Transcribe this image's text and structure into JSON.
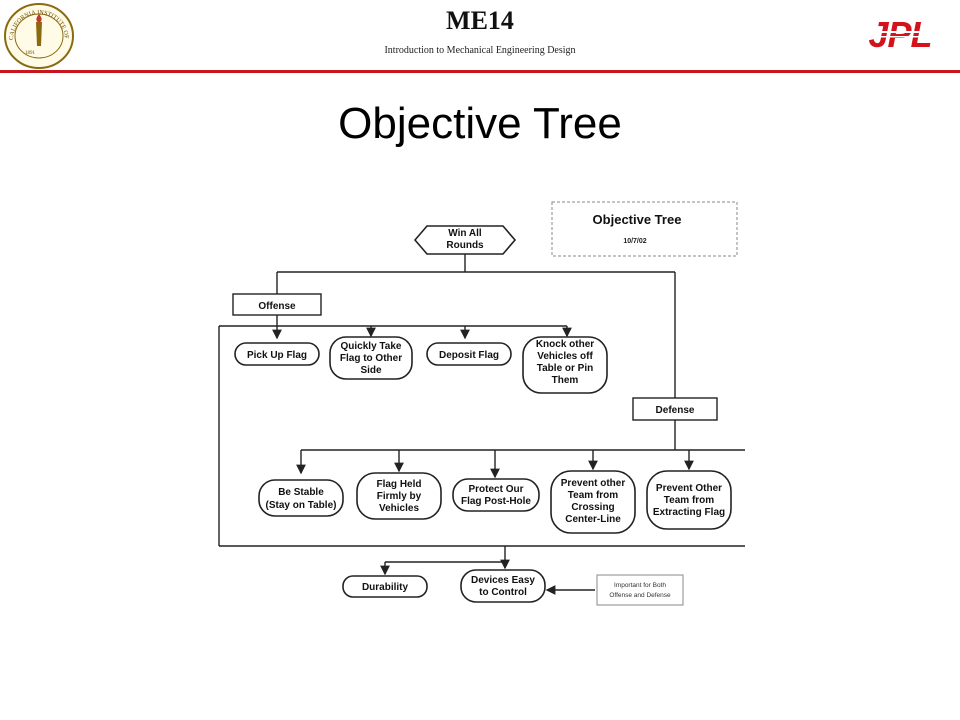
{
  "header": {
    "course_code": "ME14",
    "course_subtitle": "Introduction to Mechanical Engineering Design",
    "accent_color": "#c8161e",
    "left_logo": "caltech-seal",
    "left_logo_text": "CALIFORNIA INSTITUTE OF TECHNOLOGY",
    "left_logo_year": "1891",
    "right_logo": "jpl-logo",
    "right_logo_text": "JPL"
  },
  "slide": {
    "title": "Objective Tree"
  },
  "diagram": {
    "caption_box": {
      "title": "Objective Tree",
      "date": "10/7/02"
    },
    "root": [
      "Win All",
      "Rounds"
    ],
    "offense_label": "Offense",
    "defense_label": "Defense",
    "offense_objectives": [
      {
        "lines": [
          "Pick Up Flag"
        ]
      },
      {
        "lines": [
          "Quickly Take",
          "Flag to Other",
          "Side"
        ]
      },
      {
        "lines": [
          "Deposit Flag"
        ]
      },
      {
        "lines": [
          "Knock other",
          "Vehicles off",
          "Table or Pin",
          "Them"
        ]
      }
    ],
    "defense_objectives": [
      {
        "lines": [
          "Be Stable",
          "(Stay on Table)"
        ]
      },
      {
        "lines": [
          "Flag Held",
          "Firmly by",
          "Vehicles"
        ]
      },
      {
        "lines": [
          "Protect Our",
          "Flag Post-Hole"
        ]
      },
      {
        "lines": [
          "Prevent other",
          "Team from",
          "Crossing",
          "Center-Line"
        ]
      },
      {
        "lines": [
          "Prevent Other",
          "Team from",
          "Extracting Flag"
        ]
      }
    ],
    "common_objectives": [
      {
        "lines": [
          "Durability"
        ]
      },
      {
        "lines": [
          "Devices Easy",
          "to Control"
        ]
      }
    ],
    "note": [
      "Important for Both",
      "Offense and Defense"
    ]
  }
}
